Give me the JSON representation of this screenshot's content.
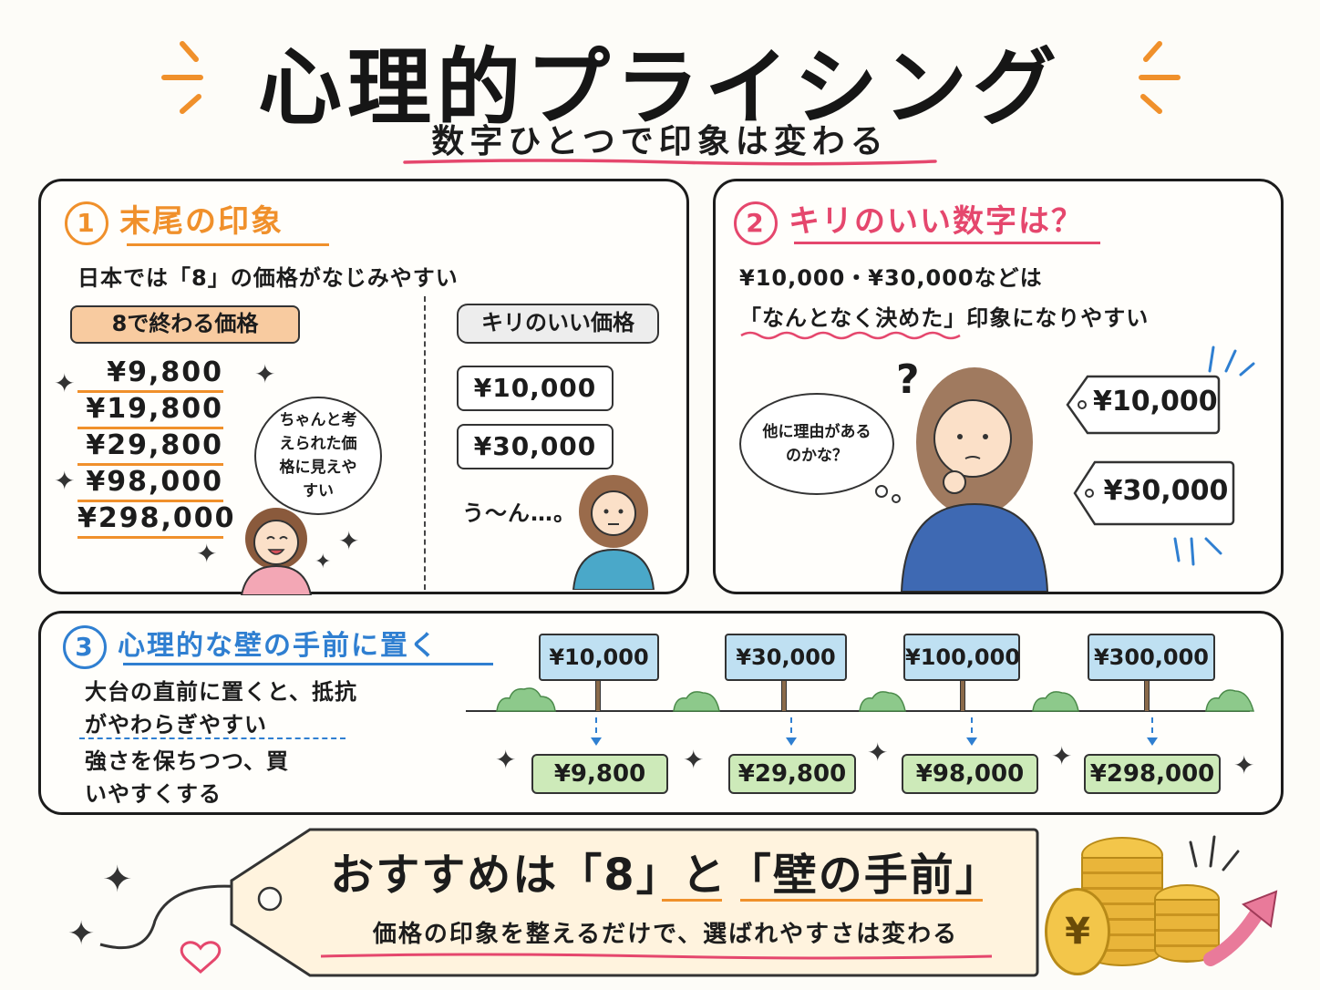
{
  "title": "心理的プライシング",
  "subtitle": "数字ひとつで印象は変わる",
  "section1": {
    "number": "1",
    "heading": "末尾の印象",
    "description": "日本では「8」の価格がなじみやすい",
    "left_label": "8で終わる価格",
    "prices": [
      "¥9,800",
      "¥19,800",
      "¥29,800",
      "¥98,000",
      "¥298,000"
    ],
    "bubble_text": "ちゃんと考えられた価格に見えやすい",
    "right_label": "キリのいい価格",
    "round_prices": [
      "¥10,000",
      "¥30,000"
    ],
    "thinking_text": "う〜ん…。"
  },
  "section2": {
    "number": "2",
    "heading": "キリのいい数字は？",
    "line1": "¥10,000・¥30,000などは",
    "line2": "「なんとなく決めた」印象になりやすい",
    "question_mark": "?",
    "bubble_text": "他に理由があるのかな？",
    "tags": [
      "¥10,000",
      "¥30,000"
    ]
  },
  "section3": {
    "number": "3",
    "heading": "心理的な壁の手前に置く",
    "desc1": "大台の直前に置くと、抵抗がやわらぎやすい",
    "desc2": "強さを保ちつつ、買いやすくする",
    "walls": [
      "¥10,000",
      "¥30,000",
      "¥100,000",
      "¥300,000"
    ],
    "prices": [
      "¥9,800",
      "¥29,800",
      "¥98,000",
      "¥298,000"
    ]
  },
  "footer": {
    "headline": "おすすめは「8」と「壁の手前」",
    "subline": "価格の印象を整えるだけで、選ばれやすさは変わる",
    "coin_symbol": "¥"
  },
  "colors": {
    "orange": "#f0902b",
    "pink": "#e5476d",
    "blue": "#2f7fd1",
    "sign_blue": "#bfe0f2",
    "green": "#cdeab9"
  },
  "icons": [
    "sparkle-icon",
    "question-icon",
    "heart-icon",
    "coin-icon",
    "arrow-up-icon",
    "price-tag-icon",
    "bush-icon"
  ]
}
